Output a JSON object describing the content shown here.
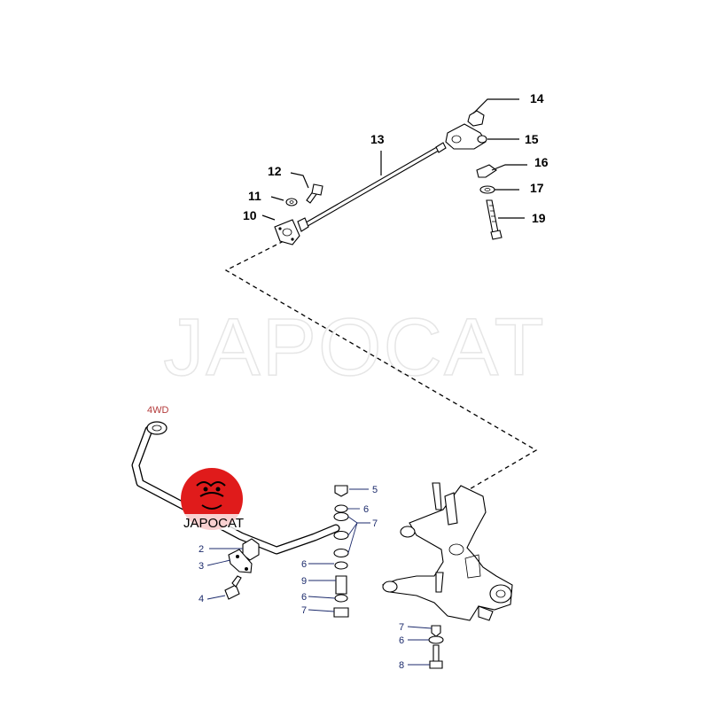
{
  "watermark": "JAPOCAT",
  "variant_tag": "4WD",
  "logo": {
    "text": "JAPOCAT",
    "color": "#e01b1b"
  },
  "callouts_upper": [
    "14",
    "15",
    "16",
    "17",
    "19",
    "13",
    "12",
    "11",
    "10"
  ],
  "callouts_lower": [
    "5",
    "6",
    "7",
    "2",
    "3",
    "4",
    "6",
    "9",
    "6",
    "7",
    "7",
    "6",
    "8"
  ]
}
